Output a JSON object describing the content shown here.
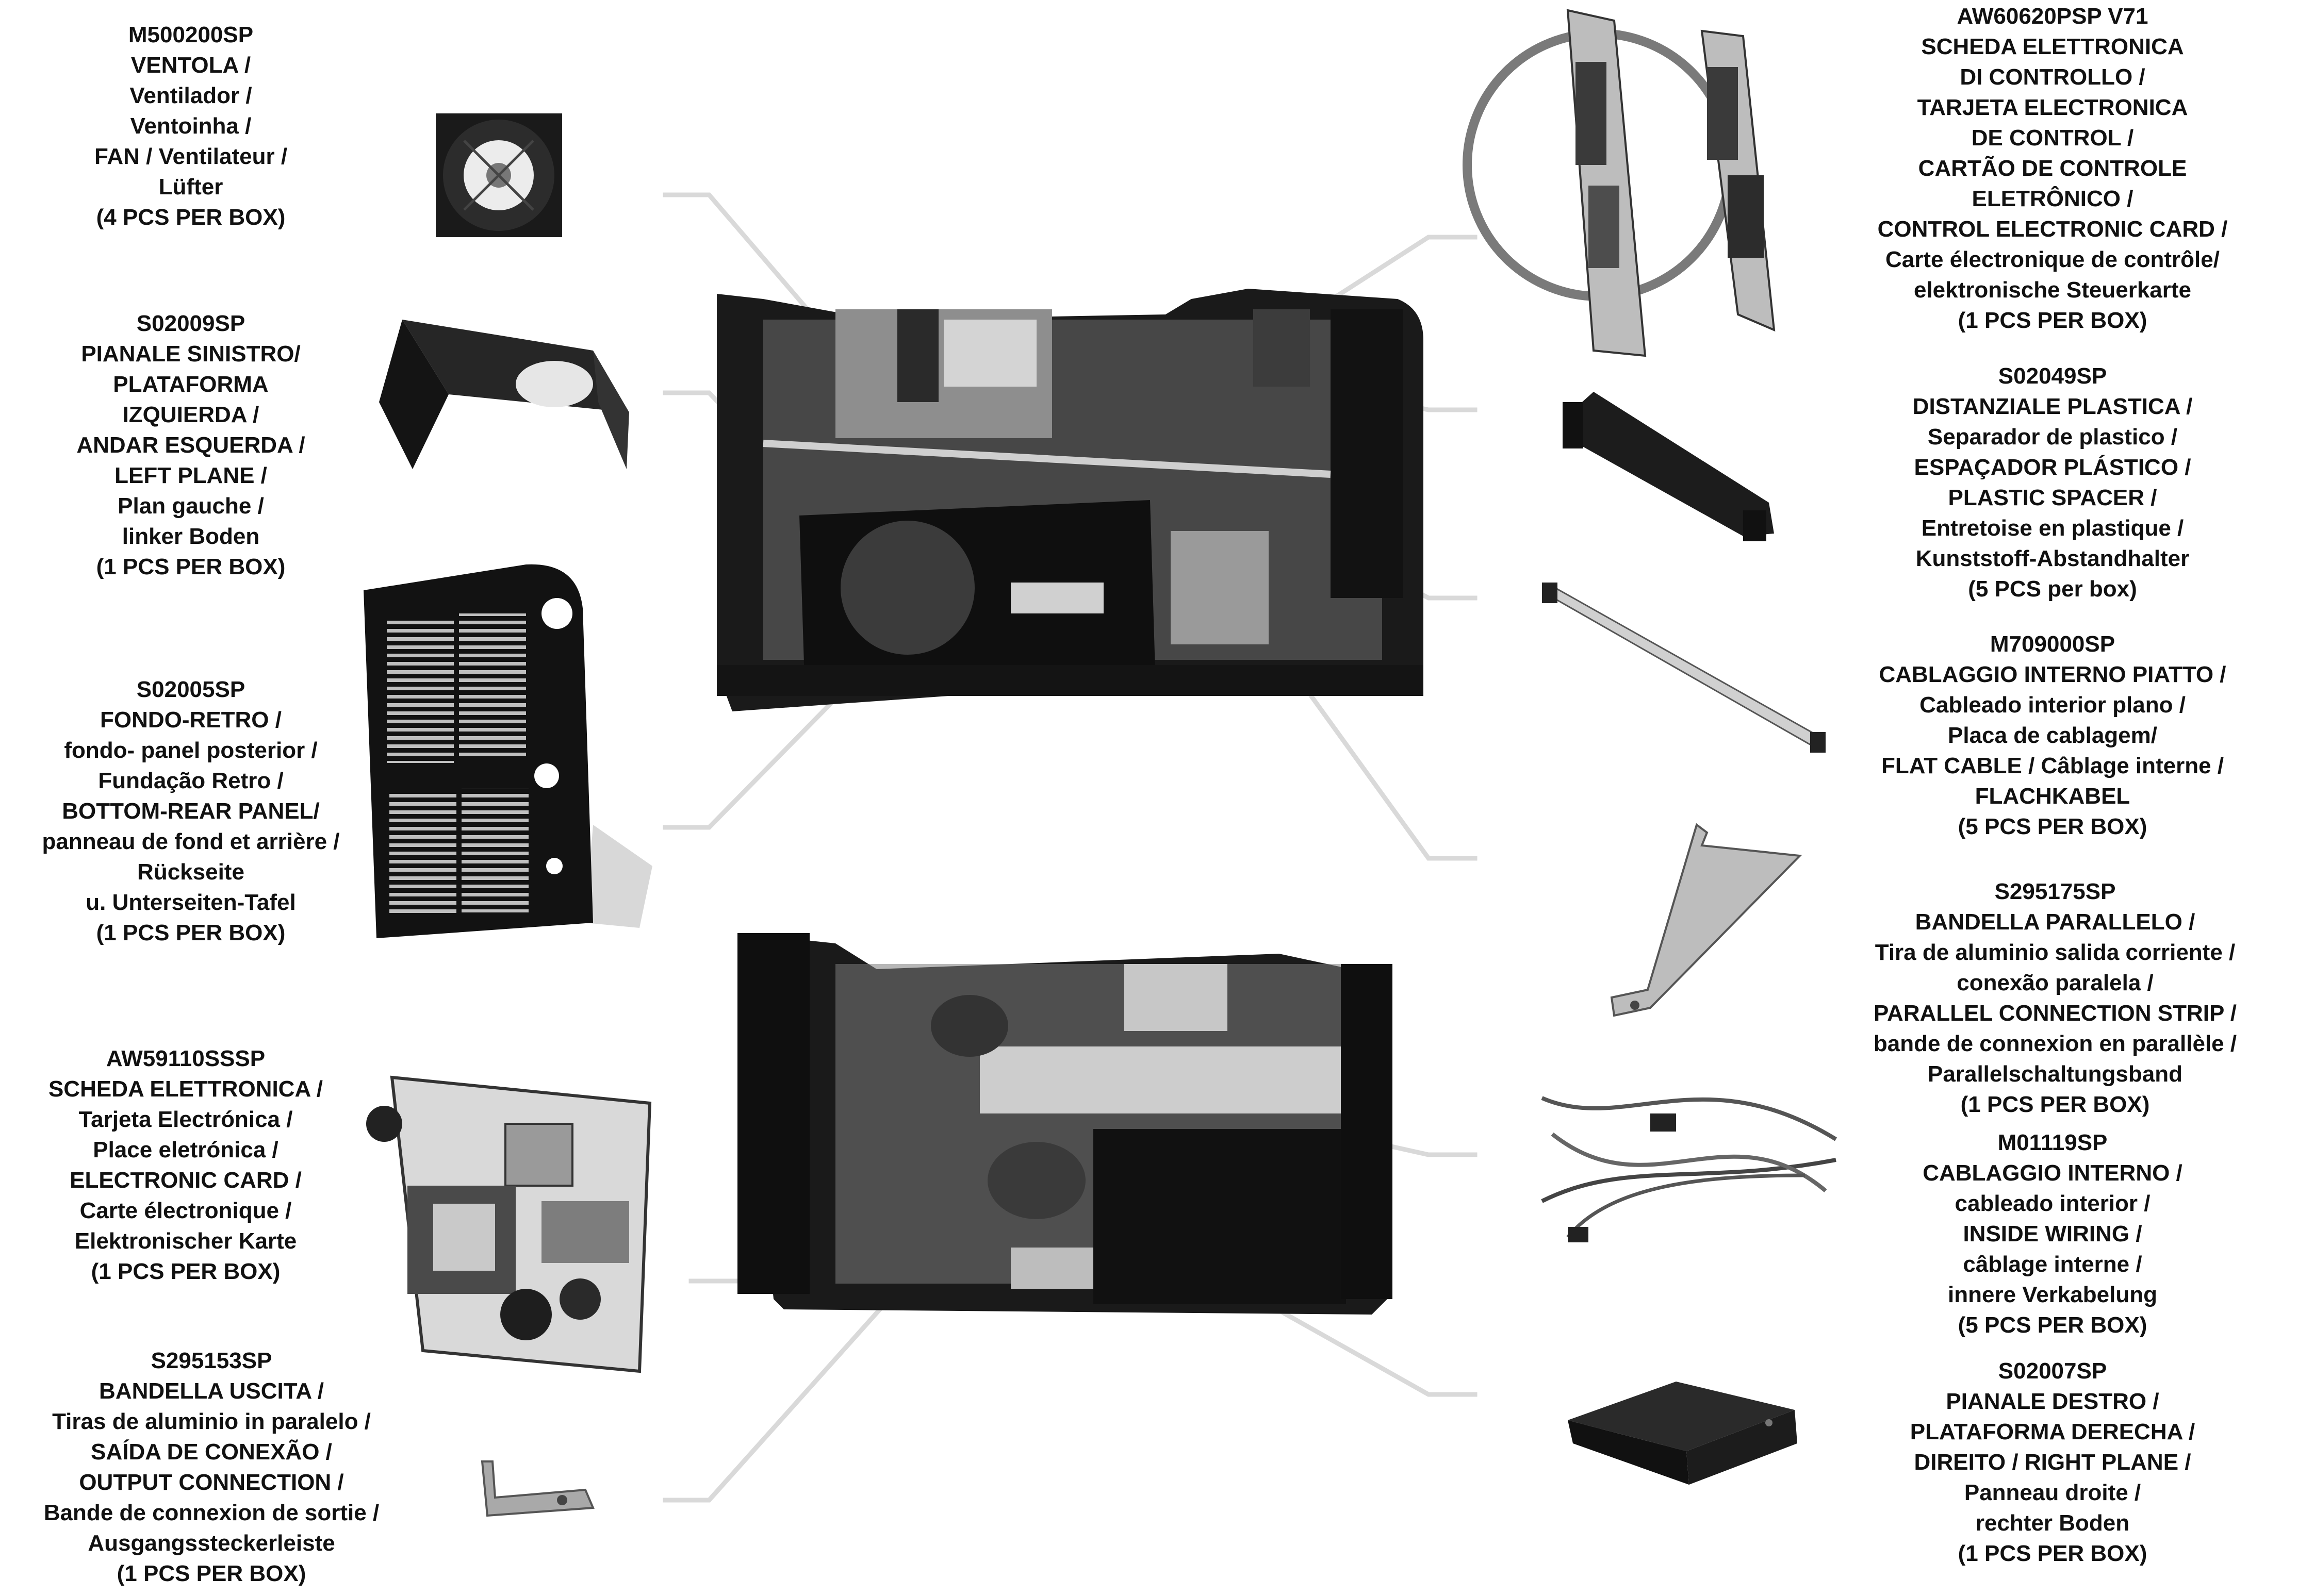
{
  "parts": [
    {
      "id": "fan",
      "lines": [
        "M500200SP",
        "VENTOLA /",
        "Ventilador /",
        "Ventoinha /",
        "FAN / Ventilateur /",
        "Lüfter",
        "(4 PCS PER BOX)"
      ]
    },
    {
      "id": "left-plane",
      "lines": [
        "S02009SP",
        "PIANALE SINISTRO/",
        "PLATAFORMA",
        "IZQUIERDA /",
        "ANDAR ESQUERDA /",
        "LEFT PLANE /",
        "Plan gauche /",
        "linker Boden",
        "(1 PCS PER BOX)"
      ]
    },
    {
      "id": "rear-panel",
      "lines": [
        "S02005SP",
        "FONDO-RETRO /",
        "fondo- panel posterior /",
        "Fundação Retro /",
        "BOTTOM-REAR PANEL/",
        "panneau de fond et arrière /",
        "Rückseite",
        "u. Unterseiten-Tafel",
        "(1 PCS PER BOX)"
      ]
    },
    {
      "id": "electronic-card",
      "lines": [
        "AW59110SSSP",
        "SCHEDA ELETTRONICA  /",
        "Tarjeta Electrónica /",
        "Place eletrónica /",
        "ELECTRONIC CARD /",
        "Carte électronique /",
        "Elektronischer Karte",
        "(1 PCS PER BOX)"
      ]
    },
    {
      "id": "output-connection",
      "lines": [
        "S295153SP",
        "BANDELLA USCITA /",
        "Tiras de aluminio in paralelo  /",
        "SAÍDA DE CONEXÃO /",
        "OUTPUT CONNECTION /",
        "Bande de connexion de sortie /",
        "Ausgangssteckerleiste",
        "(1 PCS PER BOX)"
      ]
    },
    {
      "id": "control-card",
      "lines": [
        "AW60620PSP V71",
        "SCHEDA ELETTRONICA",
        "DI CONTROLLO /",
        "TARJETA ELECTRONICA",
        "DE CONTROL /",
        "CARTÃO DE CONTROLE",
        "ELETRÔNICO  /",
        "CONTROL ELECTRONIC CARD /",
        "Carte électronique de contrôle/",
        "elektronische Steuerkarte",
        "(1 PCS PER BOX)"
      ]
    },
    {
      "id": "plastic-spacer",
      "lines": [
        "S02049SP",
        "DISTANZIALE PLASTICA /",
        "Separador de plastico /",
        "ESPAÇADOR PLÁSTICO /",
        "PLASTIC SPACER /",
        "Entretoise en plastique /",
        "Kunststoff-Abstandhalter",
        "(5 PCS per box)"
      ]
    },
    {
      "id": "flat-cable",
      "lines": [
        "M709000SP",
        "CABLAGGIO INTERNO PIATTO /",
        "Cableado interior plano /",
        "Placa de cablagem/",
        "FLAT CABLE / Câblage interne /",
        "FLACHKABEL",
        "(5 PCS PER BOX)"
      ]
    },
    {
      "id": "parallel-strip",
      "lines": [
        "S295175SP",
        "BANDELLA PARALLELO /",
        "Tira de aluminio salida corriente  /",
        "conexão paralela /",
        "PARALLEL CONNECTION STRIP /",
        "bande de connexion en parallèle /",
        "Parallelschaltungsband",
        "(1 PCS PER BOX)"
      ]
    },
    {
      "id": "inside-wiring",
      "lines": [
        "M01119SP",
        "CABLAGGIO INTERNO /",
        "cableado interior /",
        "INSIDE WIRING /",
        "câblage interne /",
        "innere Verkabelung",
        "(5 PCS PER BOX)"
      ]
    },
    {
      "id": "right-plane",
      "lines": [
        "S02007SP",
        "PIANALE DESTRO /",
        "PLATAFORMA  DERECHA /",
        "DIREITO / RIGHT PLANE /",
        "Panneau droite /",
        "rechter Boden",
        "(1 PCS PER BOX)"
      ]
    }
  ]
}
